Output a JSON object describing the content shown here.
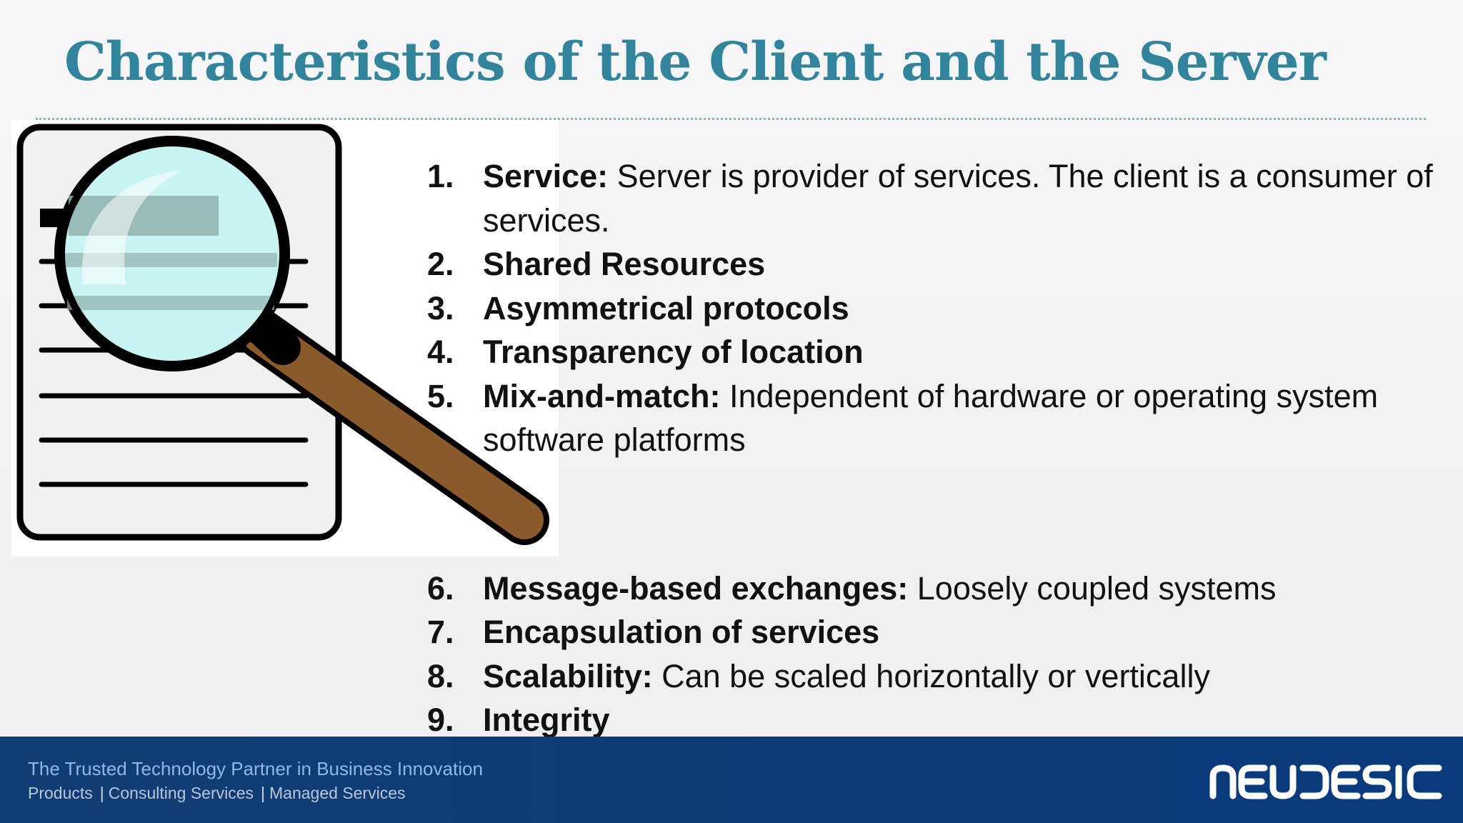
{
  "slide": {
    "title": "Characteristics of the Client and the Server",
    "items": [
      {
        "number": "1.",
        "term": "Service:",
        "text": " Server is provider of services. The client is a consumer of services."
      },
      {
        "number": "2.",
        "term": "Shared Resources",
        "text": ""
      },
      {
        "number": "3.",
        "term": "Asymmetrical protocols",
        "text": ""
      },
      {
        "number": "4.",
        "term": "Transparency of location",
        "text": ""
      },
      {
        "number": "5.",
        "term": "Mix-and-match:",
        "text": " Independent of hardware or operating system software platforms"
      },
      {
        "number": "6.",
        "term": "Message-based exchanges:",
        "text": " Loosely coupled systems"
      },
      {
        "number": "7.",
        "term": "Encapsulation of services",
        "text": ""
      },
      {
        "number": "8.",
        "term": "Scalability:",
        "text": " Can be scaled horizontally or vertically"
      },
      {
        "number": "9.",
        "term": "Integrity",
        "text": ""
      }
    ],
    "illustration_icon": "document-magnifying-glass-icon"
  },
  "footer": {
    "tagline": "The Trusted Technology Partner in Business Innovation",
    "services": [
      "Products",
      "Consulting Services",
      "Managed Services"
    ],
    "logo_text": "NEUDESIC"
  },
  "colors": {
    "title": "#31849b",
    "footer_background": "#0d3a76",
    "tagline": "#8fb8e8"
  }
}
